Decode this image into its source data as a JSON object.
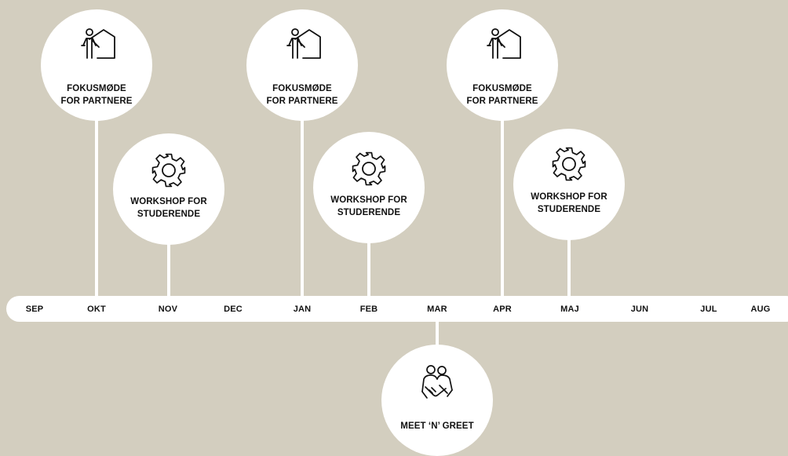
{
  "months": [
    "SEP",
    "OKT",
    "NOV",
    "DEC",
    "JAN",
    "FEB",
    "MAR",
    "APR",
    "MAJ",
    "JUN",
    "JUL",
    "AUG"
  ],
  "events": [
    {
      "month": "OKT",
      "type": "fokus",
      "icon": "person-house-icon",
      "label": "FOKUSMØDE\nFOR PARTNERE"
    },
    {
      "month": "NOV",
      "type": "workshop",
      "icon": "gear-icon",
      "label": "WORKSHOP FOR\nSTUDERENDE"
    },
    {
      "month": "JAN",
      "type": "fokus",
      "icon": "person-house-icon",
      "label": "FOKUSMØDE\nFOR PARTNERE"
    },
    {
      "month": "FEB",
      "type": "workshop",
      "icon": "gear-icon",
      "label": "WORKSHOP FOR\nSTUDERENDE"
    },
    {
      "month": "MAR",
      "type": "meet",
      "icon": "handshake-icon",
      "label": "MEET ‘N’ GREET"
    },
    {
      "month": "APR",
      "type": "fokus",
      "icon": "person-house-icon",
      "label": "FOKUSMØDE\nFOR PARTNERE"
    },
    {
      "month": "MAJ",
      "type": "workshop",
      "icon": "gear-icon",
      "label": "WORKSHOP FOR\nSTUDERENDE"
    }
  ],
  "colors": {
    "background": "#d3cebf",
    "node": "#ffffff",
    "text": "#111111"
  }
}
